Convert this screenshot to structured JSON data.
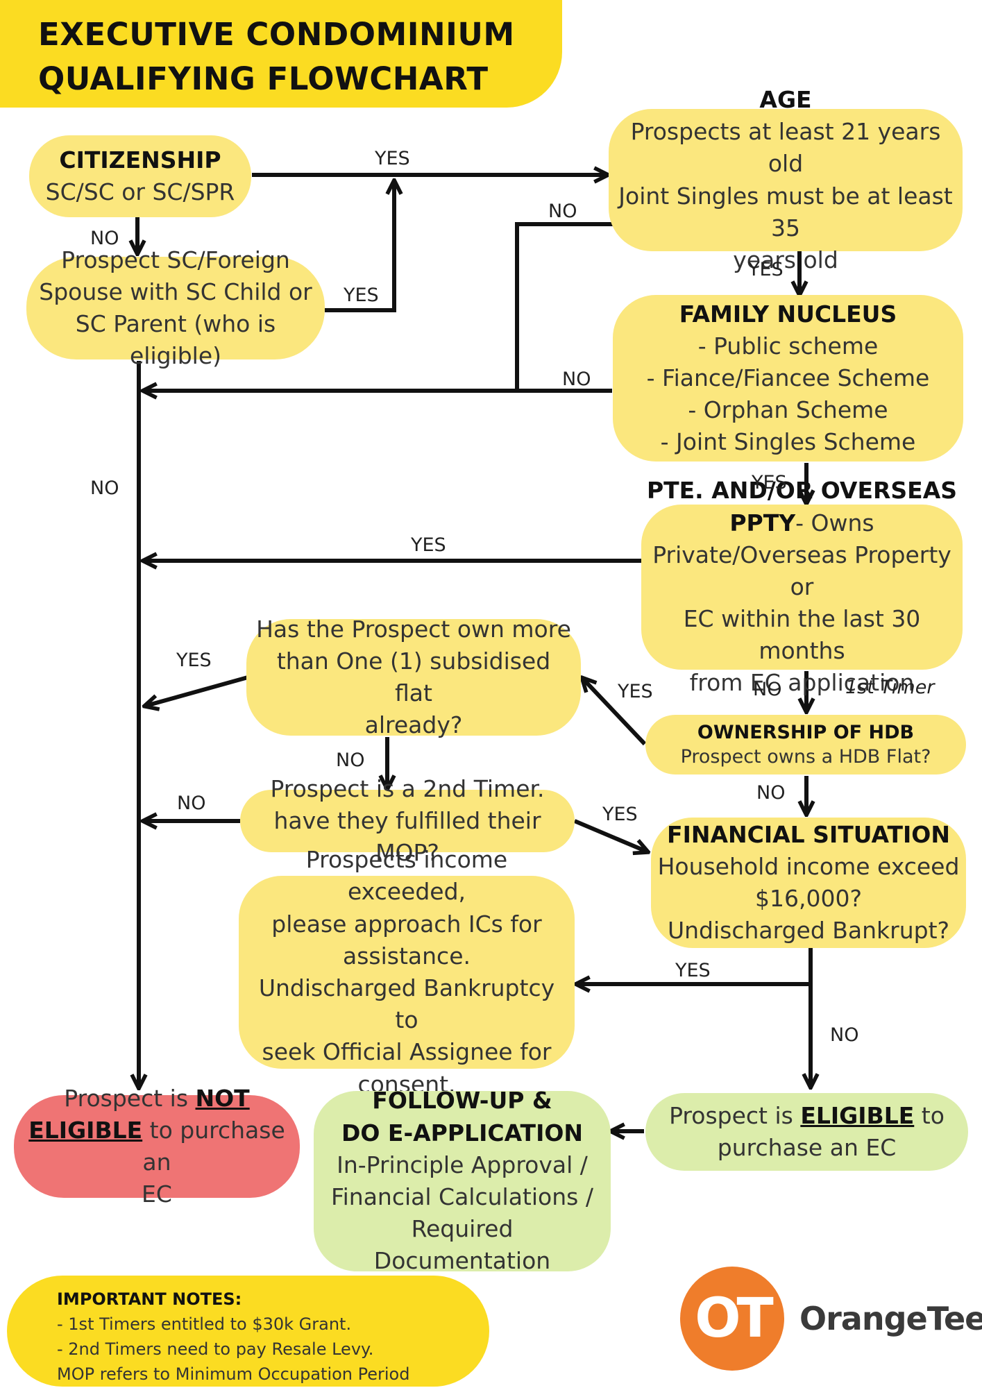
{
  "title": {
    "line1": "EXECUTIVE CONDOMINIUM",
    "line2": "QUALIFYING FLOWCHART"
  },
  "colors": {
    "title_bg": "#fbdc22",
    "node_yellow": "#fbe77e",
    "node_green": "#dcedab",
    "node_red": "#ef7474",
    "logo_orange": "#ef7d2b"
  },
  "nodes": {
    "citizenship": {
      "title": "CITIZENSHIP",
      "lines": [
        "SC/SC or SC/SPR"
      ]
    },
    "spouse": {
      "lines": [
        "Prospect SC/Foreign",
        "Spouse with SC Child or",
        "SC Parent (who is eligible)"
      ]
    },
    "age": {
      "title": "AGE",
      "lines": [
        "Prospects at least 21 years old",
        "Joint Singles must be at least 35",
        "years old"
      ]
    },
    "family": {
      "title": "FAMILY NUCLEUS",
      "lines": [
        "- Public scheme",
        "- Fiance/Fiancee Scheme",
        "- Orphan Scheme",
        "- Joint Singles Scheme"
      ]
    },
    "private_property": {
      "title_line1": "PTE. AND/OR OVERSEAS",
      "title_bold": "PPTY",
      "title_rest": "- Owns",
      "lines": [
        "Private/Overseas Property or",
        "EC within the last 30 months",
        "from EC application"
      ]
    },
    "more_than_one": {
      "lines": [
        "Has the Prospect own more",
        "than One (1) subsidised flat",
        "already?"
      ]
    },
    "hdb_ownership": {
      "title": "OWNERSHIP OF HDB",
      "lines": [
        "Prospect owns a HDB Flat?"
      ]
    },
    "second_timer": {
      "lines": [
        "Prospect is a 2nd Timer.",
        "have they fulfilled their MOP?"
      ]
    },
    "financial": {
      "title": "FINANCIAL SITUATION",
      "lines": [
        "Household income exceed",
        "$16,000?",
        "Undischarged Bankrupt?"
      ]
    },
    "income_exceeded": {
      "lines": [
        "Prospects income exceeded,",
        "please approach ICs for",
        "assistance.",
        "Undischarged Bankruptcy to",
        "seek Official Assignee for",
        "consent."
      ]
    },
    "not_eligible": {
      "pre": "Prospect is ",
      "bold1": "NOT",
      "bold2": "ELIGIBLE",
      "post": " to purchase an",
      "last": "EC"
    },
    "follow_up": {
      "title1": "FOLLOW-UP &",
      "title2": "DO E-APPLICATION",
      "lines": [
        "In-Principle Approval /",
        "Financial Calculations /",
        "Required Documentation"
      ]
    },
    "eligible": {
      "pre": "Prospect is ",
      "bold": "ELIGIBLE",
      "post": " to",
      "last": "purchase an EC"
    }
  },
  "edge_labels": {
    "cit_yes": "YES",
    "cit_no": "NO",
    "spouse_yes": "YES",
    "age_no": "NO",
    "age_yes": "YES",
    "family_no": "NO",
    "left_no": "NO",
    "family_yes": "YES",
    "ppty_yes": "YES",
    "ppty_no": "NO",
    "first_timer": "1st Timer",
    "more_yes": "YES",
    "hdb_yes": "YES",
    "more_no": "NO",
    "hdb_no": "NO",
    "second_no": "NO",
    "second_yes": "YES",
    "fin_yes": "YES",
    "fin_no": "NO"
  },
  "notes": {
    "title": "IMPORTANT NOTES:",
    "lines": [
      "- 1st Timers entitled to $30k Grant.",
      "- 2nd Timers need to pay Resale Levy.",
      "MOP refers to Minimum Occupation Period"
    ]
  },
  "logo": {
    "mark": "OT",
    "brand": "OrangeTee"
  }
}
